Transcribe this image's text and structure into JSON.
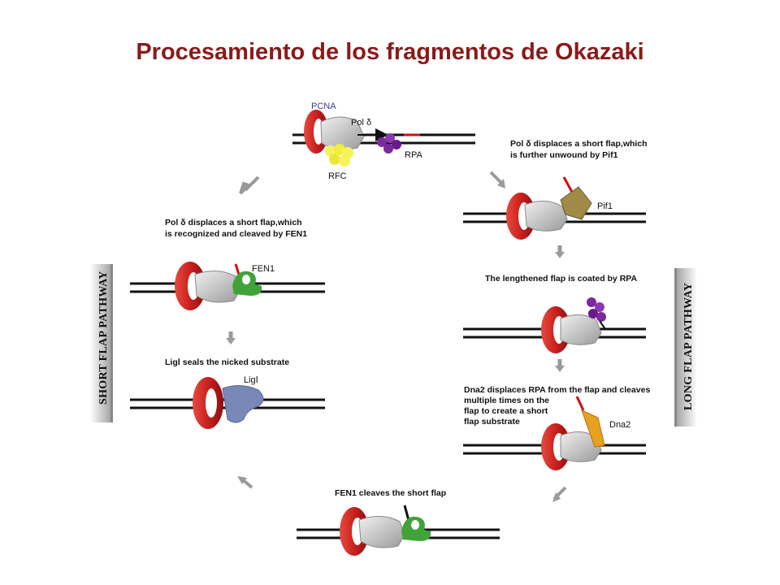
{
  "title": "Procesamiento de los fragmentos de Okazaki",
  "pathways": {
    "short": "SHORT FLAP PATHWAY",
    "long": "LONG FLAP PATHWAY"
  },
  "labels": {
    "pcna": "PCNA",
    "pol_delta": "Pol δ",
    "rpa": "RPA",
    "rfc": "RFC",
    "pif1": "Pif1",
    "fen1": "FEN1",
    "lig1": "LigⅠ",
    "dna2": "Dna2"
  },
  "captions": {
    "short_flap": [
      "Pol δ displaces a short flap,which",
      "is recognized and cleaved by FEN1"
    ],
    "lig_seal": [
      "LigⅠ  seals the nicked substrate"
    ],
    "long_flap": [
      "Pol δ displaces a short flap,which",
      "is further unwound by Pif1"
    ],
    "rpa_coat": [
      "The lengthened flap is coated by RPA"
    ],
    "dna2": [
      "Dna2 displaces RPA from the flap and cleaves",
      "multiple times on the",
      "flap to create a short",
      "flap substrate"
    ],
    "fen1_cleave": [
      "FEN1 cleaves the short flap"
    ]
  },
  "colors": {
    "title": "#8b1a1a",
    "pcna_ring": "#c8201e",
    "pol_delta": "#c8c8c8",
    "rpa": "#7a2a9a",
    "rfc": "#f2f04a",
    "pif1": "#a08a48",
    "fen1": "#3fa33a",
    "lig1": "#7a88b8",
    "dna2": "#e8a020",
    "flap": "#d01010"
  }
}
